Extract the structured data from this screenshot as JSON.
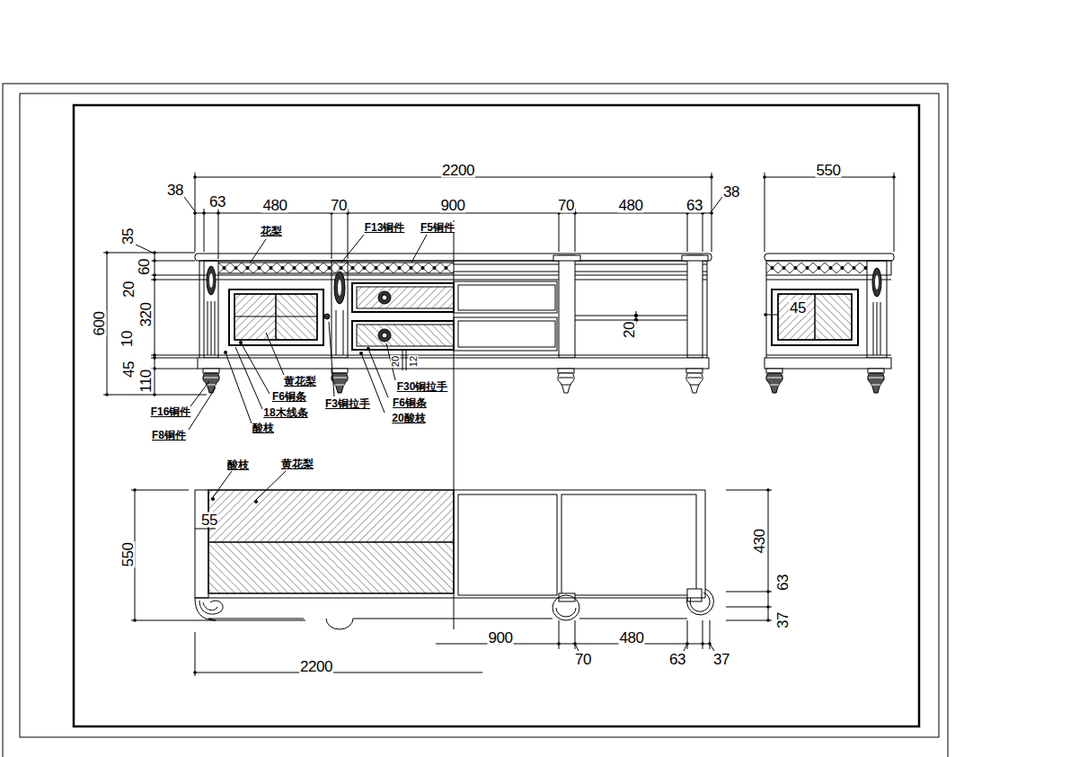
{
  "diagram": {
    "labels": [
      "2200",
      "38",
      "63",
      "480",
      "70",
      "900",
      "70",
      "480",
      "63",
      "38",
      "550",
      "花梨",
      "F13铜件",
      "F5铜件",
      "35",
      "60",
      "20",
      "320",
      "600",
      "10",
      "45",
      "110",
      "45",
      "20",
      "20",
      "12",
      "黄花梨",
      "F6铜条",
      "18木线条",
      "F16铜件",
      "酸枝",
      "F8铜件",
      "F3铜拉手",
      "F30铜拉手",
      "F6铜条",
      "20酸枝",
      "酸枝",
      "黄花梨",
      "55",
      "550",
      "430",
      "63",
      "37",
      "900",
      "480",
      "70",
      "63",
      "37",
      "2200"
    ]
  }
}
